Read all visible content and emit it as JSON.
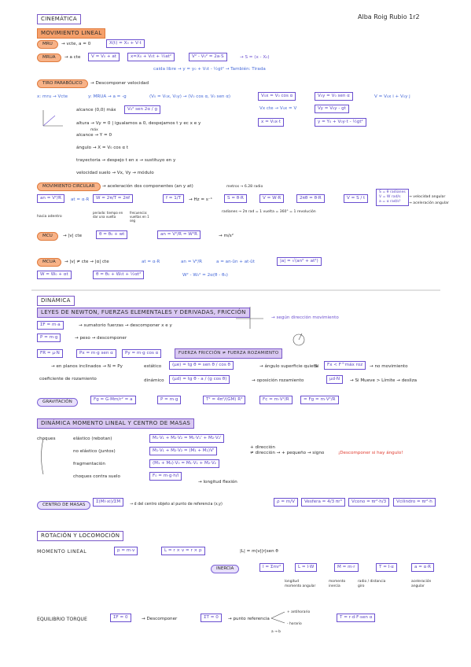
{
  "author": "Alba Roig Rubio 1r2",
  "cinematica": {
    "title": "CINEMÁTICA",
    "mru_header": "MOVIMIENTO LINEAL",
    "mru_label": "MRU",
    "mru_rule": "→ vcte, a = 0",
    "mru_eq": "X(t) = X₀ + V·t",
    "mrua_label": "MRUA",
    "mrua_rule": "→ a cte",
    "mrua_eq1": "V = V₀ + at",
    "mrua_eq2": "x=X₀ + V₀t + ½at²",
    "mrua_eq3": "V² - V₀² = 2a·S",
    "mrua_eq4": "→ S = (x - X₀)",
    "caida": "caida libre → y = y₀ + V₀t - ½gt² → También: Tirada",
    "tiro_label": "TIRO PARABÓLICO",
    "tiro_rule": "→ Descomponer velocidad",
    "tiro_x": "x: mru → Vcte",
    "tiro_y": "y: MRUA → a = -g",
    "tiro_v0": "(V₀ = V₀x, V₀y) → (V₀ cos α, V₀ sen α)",
    "v0x": "V₀x = V₀ cos α",
    "v0y": "V₀y = V₀ sen α",
    "vvec": "V = V₀x i + V₀y j",
    "vx_cte": "Vx cte → V₀x = V",
    "vy": "Vy = V₀y - gt",
    "x_eq": "x = V₀x·t",
    "y_eq": "y = Y₀ + V₀y·t - ½gt²",
    "alcance_max": "alcance (0,0) máx",
    "alcance_eq": "V₀² sen 2α / g",
    "altura": "altura → Vy = 0 | igualamos a 0, despejamos t y ec x e y",
    "altura_sub": "máx",
    "alcance_y0": "alcance → Y = 0",
    "angulo": "ángulo → X = V₀ cos α t",
    "trayectoria": "trayectoria → despejo t en x → sustituyo en y",
    "velocidad": "velocidad suelo → Vx, Vy → módulo",
    "circ_label": "MOVIMIENTO CIRCULAR",
    "circ_rule": "→ aceleración dos componentes (an y at)",
    "circ_note": "metros → 6.28 radio",
    "an_eq": "an = V²/R",
    "at_eq": "at = α·R",
    "w_eq": "W = 2π/T = 2πf",
    "f_eq": "f = 1/T",
    "hz": "→ Hz = s⁻¹",
    "s_eq": "S = θ·R",
    "v_eq": "V = W·R",
    "two_pi": "2πθ = θ·R",
    "v_s_t": "V = S / t",
    "circ_side1": "S = θ radianes",
    "circ_side2": "V = W rad/s",
    "circ_side3": "a = α rad/s²",
    "circ_side_lbl": "→ velocidad angular",
    "circ_side_lbl2": "→ aceleración angular",
    "radianes": "radianes → 2π rad = 1 vuelta = 360° = 1 revolución",
    "hacia_adentro": "hacia adentro",
    "periodo_lbl": "periodo: tiempo en dar una vuelta",
    "frec_lbl": "frecuencia: vueltas en 1 seg",
    "mcu_label": "MCU",
    "mcu_rule": "→ |v| cte",
    "mcu_eq": "θ = θ₀ + wt",
    "mcu_an": "an = V²/R = W²R",
    "mcu_unit": "→ m/s²",
    "mcua_label": "MCUA",
    "mcua_rule": "→ |v| ≠ cte → |α| cte",
    "mcua_at": "at = α·R",
    "mcua_an": "an = V²/R",
    "mcua_a": "a = an·ûn + at·ût",
    "mcua_mod": "|a| = √(an² + at²)",
    "mcua_w": "W = W₀ + αt",
    "mcua_theta": "θ = θ₀ + W₀t + ½αt²",
    "mcua_w2": "W² - W₀² = 2α(θ - θ₀)"
  },
  "dinamica": {
    "title": "DINÁMICA",
    "leyes": "LEYES DE NEWTON, FUERZAS ELEMENTALES Y DERIVADAS, FRICCIÓN",
    "sum_f": "ΣF = m·a",
    "sum_f_rule": "→ sumatorio fuerzas → descomponer x e y",
    "n_dir": "→ según dirección movimiento",
    "peso": "P = m·g",
    "peso_rule": "→ peso → descomponer",
    "fr": "FR = μ·N",
    "px": "Px = m·g sen α",
    "py": "Py = m·g cos α",
    "friccion": "FUERZA FRICCIÓN ≠ FUERZA ROZAMIENTO",
    "planos": "→ en planos inclinados → N = Py",
    "coef": "coeficiente de rozamiento",
    "estatico": "estático",
    "dinamico": "dinámico",
    "mu_e": "(μe) = tg θ = sen θ / cos θ",
    "mu_d": "(μd) = tg θ - a / (g cos θ)",
    "superficie": "→ ángulo superficie quieta",
    "oposicion": "→ oposición rozamiento",
    "si_label": "Si",
    "si_cond": "Fx < F^máx roz",
    "no_mov": "→ no movimiento",
    "mu_n": "μd·N",
    "si_mov": "→ Si Mueve > Límite → desliza",
    "grav_label": "GRAVITACIÓN",
    "fg": "Fg = G·Mm/r² = a",
    "p_mg": "P = m·g",
    "t2": "T² = 4π²/(GM) R³",
    "fc": "Fc = m·V²/R",
    "fg_fc": "= Fg = m·V²/R",
    "mom_title": "DINÁMICA MOMENTO LINEAL Y CENTRO DE MASAS",
    "choques": "choques",
    "c1": "elástico (rebotan)",
    "c2": "no elástico (juntos)",
    "c3": "fragmentación",
    "c4": "choques contra suelo",
    "c1_eq": "M₁·V₁ + M₂·V₂ = M₁·V₁' + M₂·V₂'",
    "c2_eq": "M₁·V₁ + M₂·V₂ = (M₁ + M₂)V'",
    "c3_eq": "(M₁ + M₂)·V₀ = M₁·V₁ + M₂·V₂",
    "c4_eq": "F₀ = m·g·h/l",
    "c4_lbl": "→ longitud flexión",
    "direccion": "+ dirección",
    "dir_dif": "≠ dirección → + pequeño → signo",
    "descomp": "¡Descomponer si hay ángulo!",
    "cm_label": "CENTRO DE MASAS",
    "cm_eq": "Σ(Mi·xi)/ΣM",
    "cm_note": "→ d del centro objeto al punto de referencia (x,y)",
    "rho": "ρ = m/V",
    "vesfera": "Vesfera = 4/3 πr³",
    "vcono": "Vcono = πr²·h/3",
    "vcil": "Vcilindro = πr²·h"
  },
  "rotacion": {
    "title": "ROTACIÓN Y LOCOMOCIÓN",
    "momento": "MOMENTO LINEAL",
    "p_eq": "p = m·v",
    "l_eq": "L = r × v = r × p",
    "l_mod": "|L| = m|v||r|sen θ",
    "inercia": "INERCIA",
    "i_mr": "I = Σmr²",
    "l_iw": "L = I·W",
    "m_mr": "M = m·r",
    "t_ia": "T = I·α",
    "a_ar": "a = α·R",
    "lbl_l": "longitud momento angular",
    "lbl_m": "momento inercia",
    "lbl_r": "radio / distancia giro",
    "lbl_a": "aceleración angular",
    "eq_label": "EQUILIBRIO TORQUE",
    "sum_f0": "ΣF = 0",
    "descomp": "→ Descomponer",
    "sum_t0": "ΣT = 0",
    "punto": "→ punto referencia",
    "antihor": "+ antihorario",
    "horario": "- horario",
    "tq": "T = r·d·F·sen α",
    "ab": "a → b"
  },
  "colors": {
    "orange": "#f5a06b",
    "purple": "#7a59c8",
    "lavender": "#e7ddfa",
    "blue": "#4468d8"
  }
}
